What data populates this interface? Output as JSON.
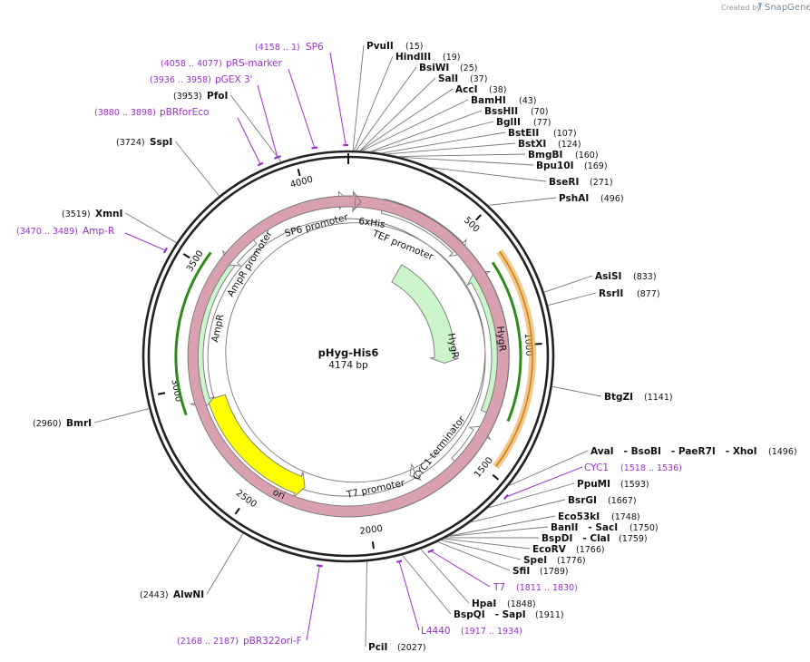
{
  "header": {
    "credit_text": "Created by",
    "brand_name": "SnapGene",
    "brand_icon": "snapgene-logo-icon"
  },
  "plasmid": {
    "name": "pHyg-His6",
    "size_label": "4174 bp",
    "length": 4174
  },
  "colors": {
    "backbone": "#222222",
    "feature_fill": "#ccf5cc",
    "ori_fill": "#ffff00",
    "his_fill": "#d9a0b0",
    "primer": "#9b30c8",
    "orf_green": "#2e8b1a",
    "orf_orange": "#e8a33a"
  },
  "ticks": [
    {
      "pos": 500,
      "label": "500"
    },
    {
      "pos": 1000,
      "label": "1000"
    },
    {
      "pos": 1500,
      "label": "1500"
    },
    {
      "pos": 2000,
      "label": "2000"
    },
    {
      "pos": 2500,
      "label": "2500"
    },
    {
      "pos": 3000,
      "label": "3000"
    },
    {
      "pos": 3500,
      "label": "3500"
    },
    {
      "pos": 4000,
      "label": "4000"
    }
  ],
  "sites": [
    {
      "name": "PvuII",
      "pos": "(15)",
      "bp": 15
    },
    {
      "name": "HindIII",
      "pos": "(19)",
      "bp": 19
    },
    {
      "name": "BsiWI",
      "pos": "(25)",
      "bp": 25
    },
    {
      "name": "SalI",
      "pos": "(37)",
      "bp": 37
    },
    {
      "name": "AccI",
      "pos": "(38)",
      "bp": 38
    },
    {
      "name": "BamHI",
      "pos": "(43)",
      "bp": 43
    },
    {
      "name": "BssHII",
      "pos": "(70)",
      "bp": 70
    },
    {
      "name": "BglII",
      "pos": "(77)",
      "bp": 77
    },
    {
      "name": "BstEII",
      "pos": "(107)",
      "bp": 107
    },
    {
      "name": "BstXI",
      "pos": "(124)",
      "bp": 124
    },
    {
      "name": "BmgBI",
      "pos": "(160)",
      "bp": 160
    },
    {
      "name": "Bpu10I",
      "pos": "(169)",
      "bp": 169
    },
    {
      "name": "BseRI",
      "pos": "(271)",
      "bp": 271
    },
    {
      "name": "PshAI",
      "pos": "(496)",
      "bp": 496
    },
    {
      "name": "AsiSI",
      "pos": "(833)",
      "bp": 833
    },
    {
      "name": "RsrII",
      "pos": "(877)",
      "bp": 877
    },
    {
      "name": "BtgZI",
      "pos": "(1141)",
      "bp": 1141
    },
    {
      "name": "AvaI   - BsoBI   - PaeR7I   - XhoI",
      "pos": "(1496)",
      "bp": 1496
    },
    {
      "name": "PpuMI",
      "pos": "(1593)",
      "bp": 1593
    },
    {
      "name": "BsrGI",
      "pos": "(1667)",
      "bp": 1667
    },
    {
      "name": "Eco53kI",
      "pos": "(1748)",
      "bp": 1748
    },
    {
      "name": "BanII   - SacI",
      "pos": "(1750)",
      "bp": 1750
    },
    {
      "name": "BspDI   - ClaI",
      "pos": "(1759)",
      "bp": 1759
    },
    {
      "name": "EcoRV",
      "pos": "(1766)",
      "bp": 1766
    },
    {
      "name": "SpeI",
      "pos": "(1776)",
      "bp": 1776
    },
    {
      "name": "SfiI",
      "pos": "(1789)",
      "bp": 1789
    },
    {
      "name": "HpaI",
      "pos": "(1848)",
      "bp": 1848
    },
    {
      "name": "BspQI   - SapI",
      "pos": "(1911)",
      "bp": 1911
    },
    {
      "name": "PciI",
      "pos": "(2027)",
      "bp": 2027
    },
    {
      "name": "AlwNI",
      "pos": "(2443)",
      "bp": 2443
    },
    {
      "name": "BmrI",
      "pos": "(2960)",
      "bp": 2960
    },
    {
      "name": "XmnI",
      "pos": "(3519)",
      "bp": 3519
    },
    {
      "name": "SspI",
      "pos": "(3724)",
      "bp": 3724
    },
    {
      "name": "PfoI",
      "pos": "(3953)",
      "bp": 3953
    }
  ],
  "primers": [
    {
      "name": "SP6",
      "range": "(4158 .. 1)",
      "start": 4158,
      "end": 4174
    },
    {
      "name": "pRS-marker",
      "range": "(4058 .. 4077)",
      "start": 4058,
      "end": 4077
    },
    {
      "name": "pGEX 3'",
      "range": "(3936 .. 3958)",
      "start": 3936,
      "end": 3958
    },
    {
      "name": "pBRforEco",
      "range": "(3880 .. 3898)",
      "start": 3880,
      "end": 3898
    },
    {
      "name": "Amp-R",
      "range": "(3470 .. 3489)",
      "start": 3470,
      "end": 3489
    },
    {
      "name": "CYC1",
      "range": "(1518 .. 1536)",
      "start": 1518,
      "end": 1536
    },
    {
      "name": "T7",
      "range": "(1811 .. 1830)",
      "start": 1811,
      "end": 1830
    },
    {
      "name": "L4440",
      "range": "(1917 .. 1934)",
      "start": 1917,
      "end": 1934
    },
    {
      "name": "pBR322ori-F",
      "range": "(2168 .. 2187)",
      "start": 2168,
      "end": 2187
    }
  ],
  "features": [
    {
      "name": "SP6 promoter"
    },
    {
      "name": "6xHis"
    },
    {
      "name": "TEF promoter"
    },
    {
      "name": "HygR"
    },
    {
      "name": "HygR"
    },
    {
      "name": "CYC1 terminator"
    },
    {
      "name": "T7 promoter"
    },
    {
      "name": "ori"
    },
    {
      "name": "AmpR"
    },
    {
      "name": "AmpR promoter"
    }
  ]
}
